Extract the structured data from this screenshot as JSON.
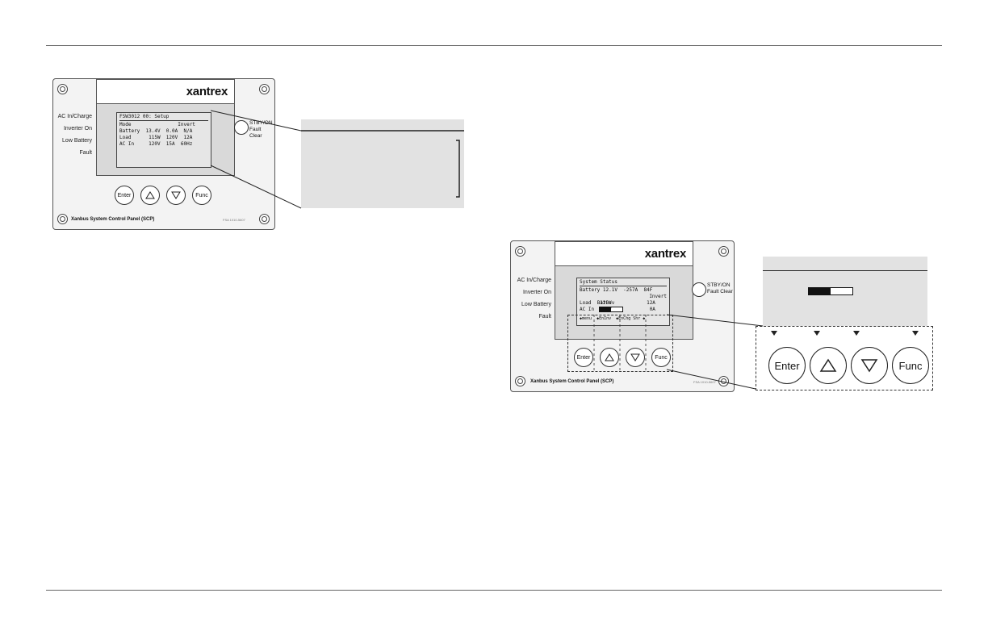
{
  "panel": {
    "brand": "xantrex",
    "leds": [
      "AC In/Charge",
      "Inverter On",
      "Low Battery",
      "Fault"
    ],
    "stby_label_1": "STBY/ON",
    "stby_label_2": "Fault Clear",
    "buttons": {
      "enter": "Enter",
      "func": "Func"
    },
    "footer": "Xanbus System Control Panel (SCP)",
    "fig_id": "FSA 1010-5607"
  },
  "top_screen": {
    "header": "FSW3012 00: Setup",
    "rows": [
      "Mode                Invert",
      "Battery  13.4V  0.0A  N/A",
      "Load      115W  120V  12A",
      "AC In     120V  15A  60Hz"
    ]
  },
  "bottom_screen": {
    "header": "System Status",
    "row1": "Battery 12.1V  -257A  84F",
    "batlev_label": "BatLev",
    "batlev_state": "Invert",
    "batlev_fill": 0.5,
    "row3": "Load   120V            12A",
    "row4": "AC In    0V             0A",
    "softkeys": "◆menu  ◆EnInv  ◆EnChg Shr ◆"
  },
  "zoom_buttons": {
    "enter": "Enter",
    "func": "Func"
  },
  "icons": [
    "up-triangle-icon",
    "down-triangle-icon",
    "screw-icon",
    "led-indicator-icon",
    "arrow-down-icon"
  ]
}
